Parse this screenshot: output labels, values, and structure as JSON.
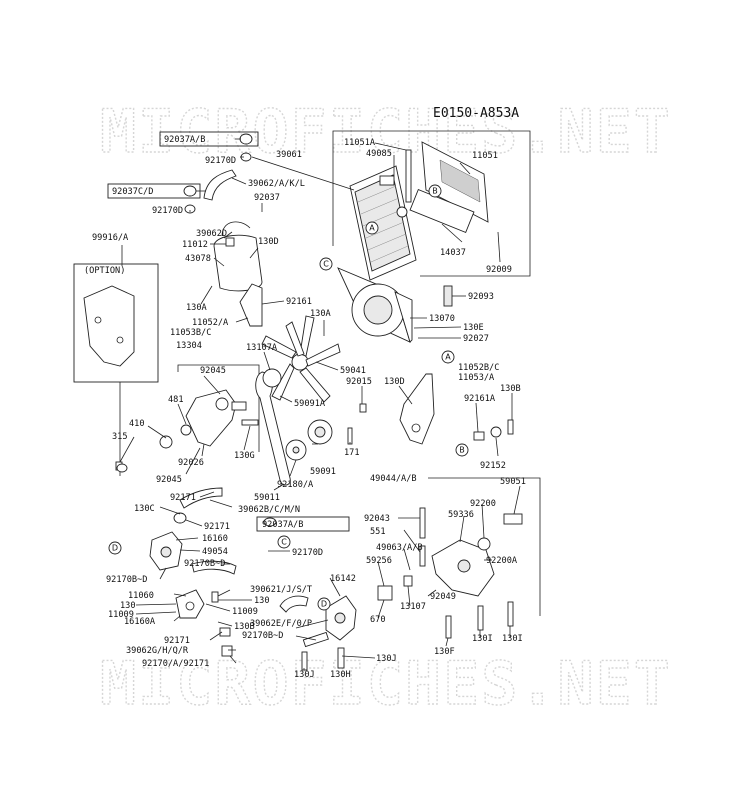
{
  "watermark": "MICROFICHES.NET",
  "diagram_code": "E0150-A853A",
  "option_label": "(OPTION)",
  "labels": [
    {
      "id": "l92037ab",
      "text": "92037A/B"
    },
    {
      "id": "l39061",
      "text": "39061"
    },
    {
      "id": "l11051a",
      "text": "11051A"
    },
    {
      "id": "l49085",
      "text": "49085"
    },
    {
      "id": "l11051",
      "text": "11051"
    },
    {
      "id": "l92170d_1",
      "text": "92170D"
    },
    {
      "id": "l92037cd",
      "text": "92037C/D"
    },
    {
      "id": "l39062akl",
      "text": "39062/A/K/L"
    },
    {
      "id": "l92037",
      "text": "92037"
    },
    {
      "id": "l92170d_2",
      "text": "92170D"
    },
    {
      "id": "l39062d",
      "text": "39062D"
    },
    {
      "id": "l11012",
      "text": "11012"
    },
    {
      "id": "l130d_1",
      "text": "130D"
    },
    {
      "id": "l43078",
      "text": "43078"
    },
    {
      "id": "l14037",
      "text": "14037"
    },
    {
      "id": "l92009",
      "text": "92009"
    },
    {
      "id": "l99916a",
      "text": "99916/A"
    },
    {
      "id": "l92093",
      "text": "92093"
    },
    {
      "id": "l130a_1",
      "text": "130A"
    },
    {
      "id": "l92161",
      "text": "92161"
    },
    {
      "id": "l11052a",
      "text": "11052/A"
    },
    {
      "id": "l11053bc",
      "text": "11053B/C"
    },
    {
      "id": "l130a_2",
      "text": "130A"
    },
    {
      "id": "l13070",
      "text": "13070"
    },
    {
      "id": "l130e",
      "text": "130E"
    },
    {
      "id": "l92027",
      "text": "92027"
    },
    {
      "id": "l13304",
      "text": "13304"
    },
    {
      "id": "l13107a",
      "text": "13107A"
    },
    {
      "id": "l11052bc",
      "text": "11052B/C"
    },
    {
      "id": "l11053a",
      "text": "11053/A"
    },
    {
      "id": "l92045_1",
      "text": "92045"
    },
    {
      "id": "l59041",
      "text": "59041"
    },
    {
      "id": "l92015",
      "text": "92015"
    },
    {
      "id": "l130d_2",
      "text": "130D"
    },
    {
      "id": "l130b_1",
      "text": "130B"
    },
    {
      "id": "l481",
      "text": "481"
    },
    {
      "id": "l59091a",
      "text": "59091A"
    },
    {
      "id": "l92161a",
      "text": "92161A"
    },
    {
      "id": "l410",
      "text": "410"
    },
    {
      "id": "l315",
      "text": "315"
    },
    {
      "id": "l92026",
      "text": "92026"
    },
    {
      "id": "l130g",
      "text": "130G"
    },
    {
      "id": "l171",
      "text": "171"
    },
    {
      "id": "l92045_2",
      "text": "92045"
    },
    {
      "id": "l59091",
      "text": "59091"
    },
    {
      "id": "l92180a",
      "text": "92180/A"
    },
    {
      "id": "l92152",
      "text": "92152"
    },
    {
      "id": "l49044ab",
      "text": "49044/A/B"
    },
    {
      "id": "l59051",
      "text": "59051"
    },
    {
      "id": "l59011",
      "text": "59011"
    },
    {
      "id": "l92171_1",
      "text": "92171"
    },
    {
      "id": "l39062bcmn",
      "text": "39062B/C/M/N"
    },
    {
      "id": "l130c",
      "text": "130C"
    },
    {
      "id": "l92171_2",
      "text": "92171"
    },
    {
      "id": "l92037ab_2",
      "text": "92037A/B"
    },
    {
      "id": "l92043",
      "text": "92043"
    },
    {
      "id": "l92200",
      "text": "92200"
    },
    {
      "id": "l59336",
      "text": "59336"
    },
    {
      "id": "l16160",
      "text": "16160"
    },
    {
      "id": "l551",
      "text": "551"
    },
    {
      "id": "l49054",
      "text": "49054"
    },
    {
      "id": "l92170d_3",
      "text": "92170D"
    },
    {
      "id": "l49063ab",
      "text": "49063/A/B"
    },
    {
      "id": "l92200a",
      "text": "92200A"
    },
    {
      "id": "l92170b_d_1",
      "text": "92170B~D"
    },
    {
      "id": "l92170b_d_2",
      "text": "92170B~D"
    },
    {
      "id": "l59256",
      "text": "59256"
    },
    {
      "id": "l390621jst",
      "text": "390621/J/S/T"
    },
    {
      "id": "l16142",
      "text": "16142"
    },
    {
      "id": "l11060",
      "text": "11060"
    },
    {
      "id": "l130_1",
      "text": "130"
    },
    {
      "id": "l92049",
      "text": "92049"
    },
    {
      "id": "l130_2",
      "text": "130"
    },
    {
      "id": "l11009_1",
      "text": "11009"
    },
    {
      "id": "l11009_2",
      "text": "11009"
    },
    {
      "id": "l13107",
      "text": "13107"
    },
    {
      "id": "l16160a",
      "text": "16160A"
    },
    {
      "id": "l130b_2",
      "text": "130B"
    },
    {
      "id": "l670",
      "text": "670"
    },
    {
      "id": "l130i_1",
      "text": "130I"
    },
    {
      "id": "l130i_2",
      "text": "130I"
    },
    {
      "id": "l39062efop",
      "text": "39062E/F/0/P"
    },
    {
      "id": "l92171_3",
      "text": "92171"
    },
    {
      "id": "l92170b_d_3",
      "text": "92170B~D"
    },
    {
      "id": "l130f",
      "text": "130F"
    },
    {
      "id": "l39062ghqr",
      "text": "39062G/H/Q/R"
    },
    {
      "id": "l130j_1",
      "text": "130J"
    },
    {
      "id": "l92170a92171",
      "text": "92170/A/92171"
    },
    {
      "id": "l130h",
      "text": "130H"
    },
    {
      "id": "l130j_2",
      "text": "130J"
    }
  ],
  "callouts": [
    {
      "id": "cA1",
      "text": "A"
    },
    {
      "id": "cB1",
      "text": "B"
    },
    {
      "id": "cC1",
      "text": "C"
    },
    {
      "id": "cA2",
      "text": "A"
    },
    {
      "id": "cB2",
      "text": "B"
    },
    {
      "id": "cD1",
      "text": "D"
    },
    {
      "id": "cC2",
      "text": "C"
    },
    {
      "id": "cD2",
      "text": "D"
    }
  ]
}
